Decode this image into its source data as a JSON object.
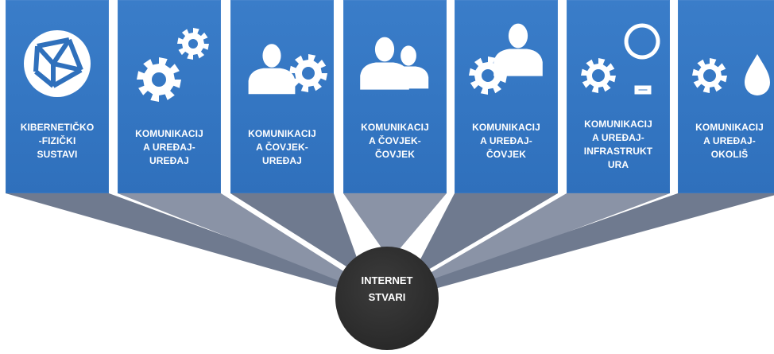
{
  "colors": {
    "card": "#2f72bf",
    "connector": "#7d8597",
    "hub": "#2e2e2e",
    "icon": "#ffffff"
  },
  "cards": [
    {
      "label": "KIBERNETIČKO\n-FIZIČKI\nSUSTAVI",
      "icon": "globe-network-icon"
    },
    {
      "label": "KOMUNIKACIJ\nA UREĐAJ-\nUREĐAJ",
      "icon": "gears-icon"
    },
    {
      "label": "KOMUNIKACIJ\nA ČOVJEK-\nUREĐAJ",
      "icon": "person-gear-icon"
    },
    {
      "label": "KOMUNIKACIJ\nA ČOVJEK-\nČOVJEK",
      "icon": "two-persons-icon"
    },
    {
      "label": "KOMUNIKACIJ\nA UREĐAJ-\nČOVJEK",
      "icon": "gear-person-icon"
    },
    {
      "label": "KOMUNIKACIJ\nA UREĐAJ-\nINFRASTRUKT\nURA",
      "icon": "gear-lightbulb-icon"
    },
    {
      "label": "KOMUNIKACIJ\nA UREĐAJ-\nOKOLIŠ",
      "icon": "gear-drop-icon"
    }
  ],
  "hub": {
    "label": "INTERNET\nSTVARI"
  }
}
